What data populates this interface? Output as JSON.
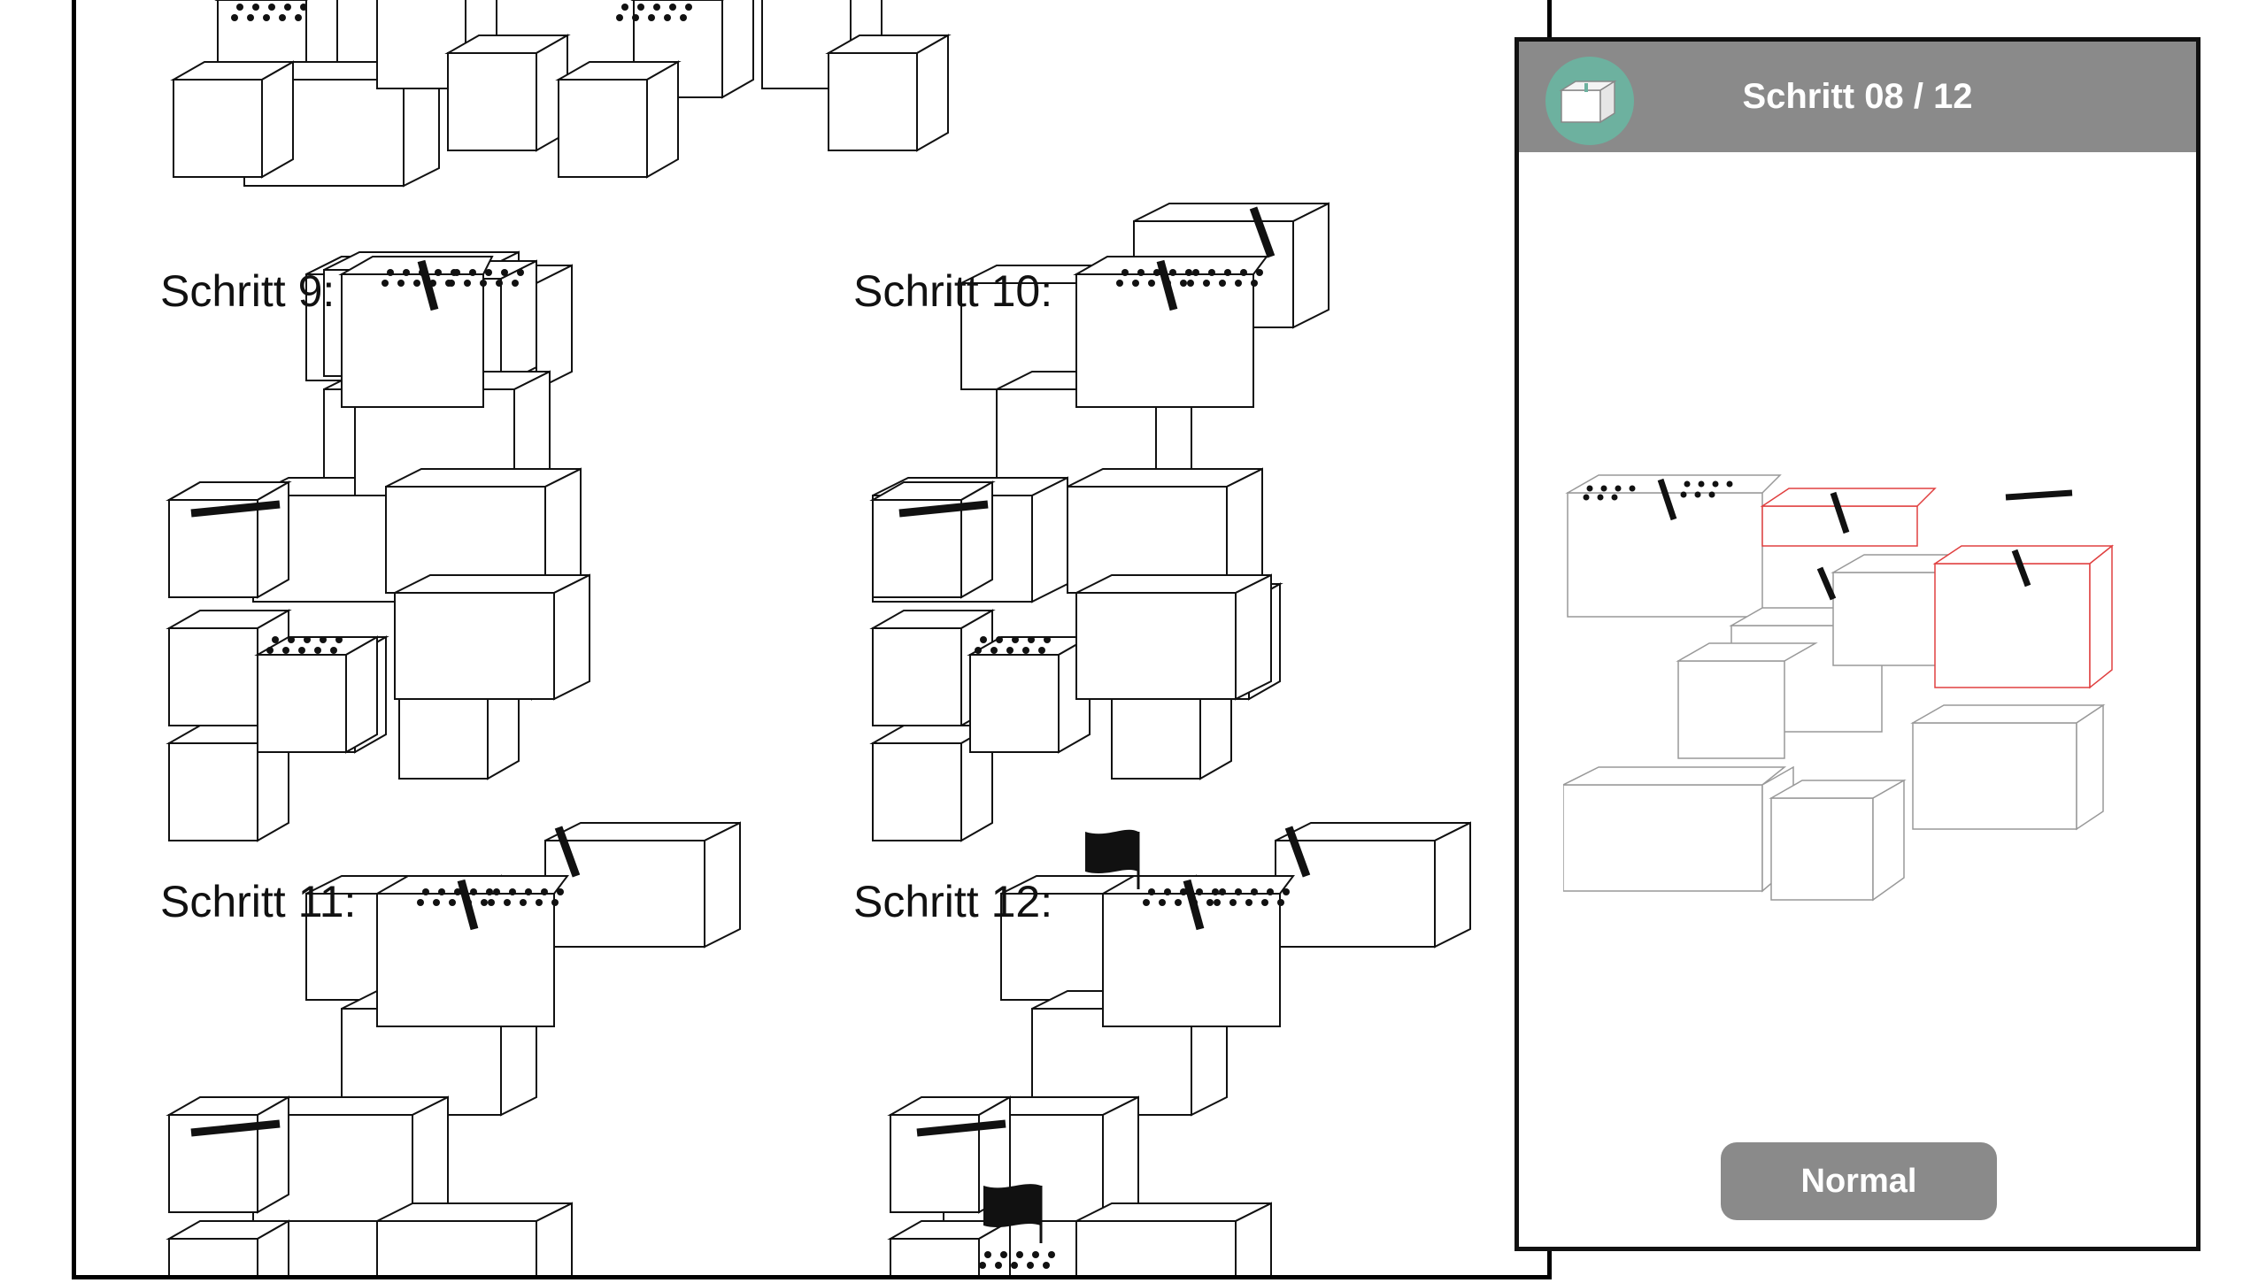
{
  "instructions": {
    "step_labels": [
      "Schritt 9:",
      "Schritt 10:",
      "Schritt 11:",
      "Schritt 12:"
    ]
  },
  "viewer": {
    "app_icon": "block-icon",
    "step_counter": "Schritt 08 / 12",
    "mode_button": "Normal"
  },
  "colors": {
    "header_bg": "#8a8a8a",
    "icon_bg": "#6db19f",
    "highlight_outline": "#e04040",
    "button_bg": "#8a8a8a"
  }
}
